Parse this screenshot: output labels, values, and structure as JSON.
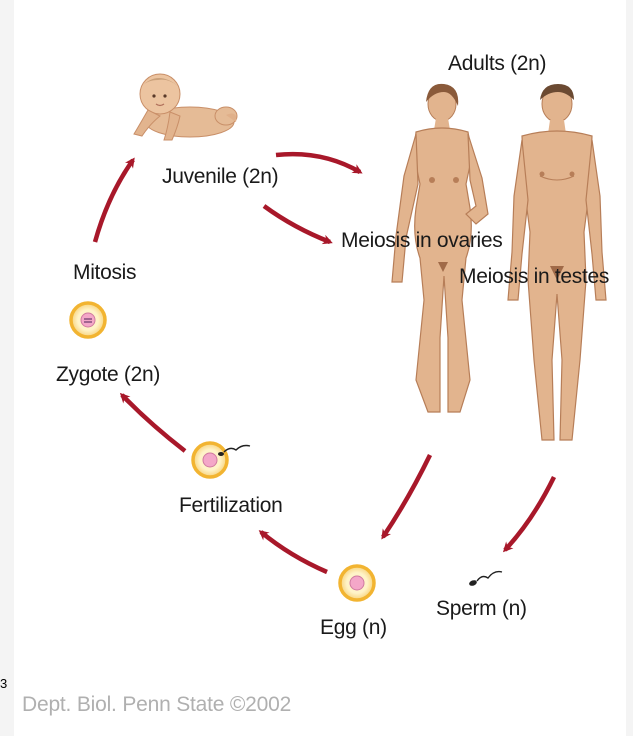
{
  "labels": {
    "adults": "Adults (2n)",
    "juvenile": "Juvenile (2n)",
    "meiosis_ovaries": "Meiosis in ovaries",
    "meiosis_testes": "Meiosis in testes",
    "mitosis": "Mitosis",
    "zygote": "Zygote (2n)",
    "fertilization": "Fertilization",
    "egg": "Egg (n)",
    "sperm": "Sperm (n)"
  },
  "credit": "Dept. Biol. Penn State ©2002",
  "edge_mark": "3",
  "colors": {
    "arrow": "#a8182a",
    "skin": "#e2b48e",
    "skin_shade": "#c98f68",
    "cell_ring": "#f2b431",
    "cell_fill": "#fde8b0",
    "nucleus": "#f4a7c8",
    "text": "#1a1a1a",
    "credit": "#b0b0b0"
  },
  "icons": [
    "baby-figure",
    "female-adult-figure",
    "male-adult-figure",
    "zygote-cell-icon",
    "fertilized-egg-icon",
    "egg-cell-icon",
    "sperm-icon"
  ]
}
